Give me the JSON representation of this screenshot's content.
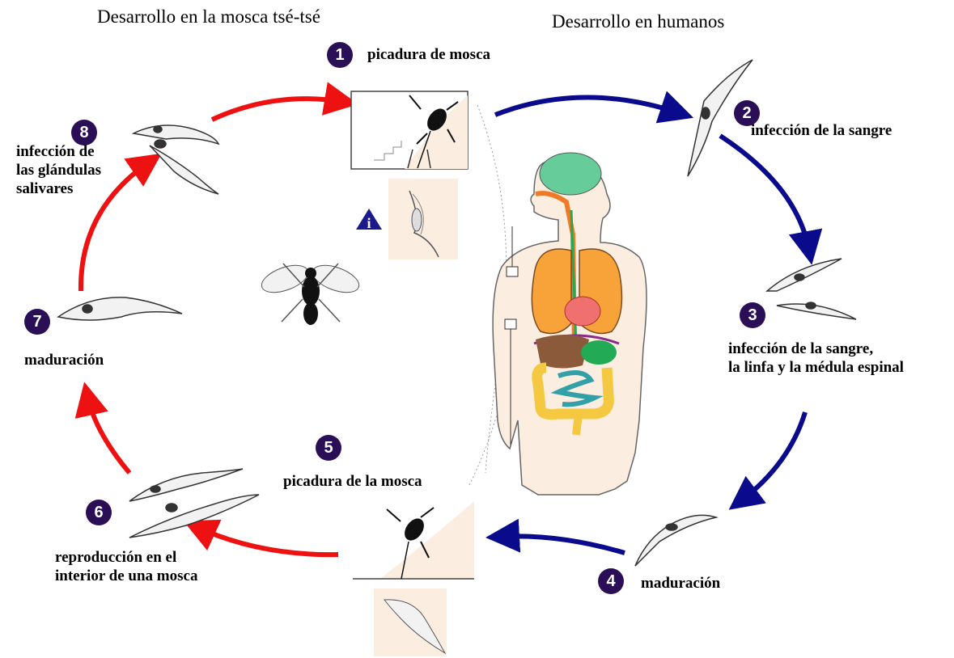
{
  "headers": {
    "left": "Desarrollo en la mosca tsé-tsé",
    "right": "Desarrollo en humanos"
  },
  "info_icon": "info-triangle-icon",
  "colors": {
    "fly_arrows": "#ee1111",
    "human_arrows": "#0a0a8c",
    "step_badge": "#2a0f57",
    "skin": "#fbeee0",
    "brain": "#66cc99",
    "lungs": "#f7a33a",
    "heart": "#f07070",
    "liver": "#8a5a3a",
    "stomach": "#22aa55",
    "intestine_small": "#33a0a8",
    "intestine_large": "#f5c842"
  },
  "steps": [
    {
      "number": "1",
      "label": "picadura de mosca"
    },
    {
      "number": "2",
      "label": "infección de la sangre"
    },
    {
      "number": "3",
      "label": "infección de la sangre,\nla linfa y la médula espinal"
    },
    {
      "number": "4",
      "label": "maduración"
    },
    {
      "number": "5",
      "label": "picadura de la mosca"
    },
    {
      "number": "6",
      "label": "reproducción en el\ninterior de una mosca"
    },
    {
      "number": "7",
      "label": "maduración"
    },
    {
      "number": "8",
      "label": "infección de\nlas glándulas\nsalivares"
    }
  ]
}
